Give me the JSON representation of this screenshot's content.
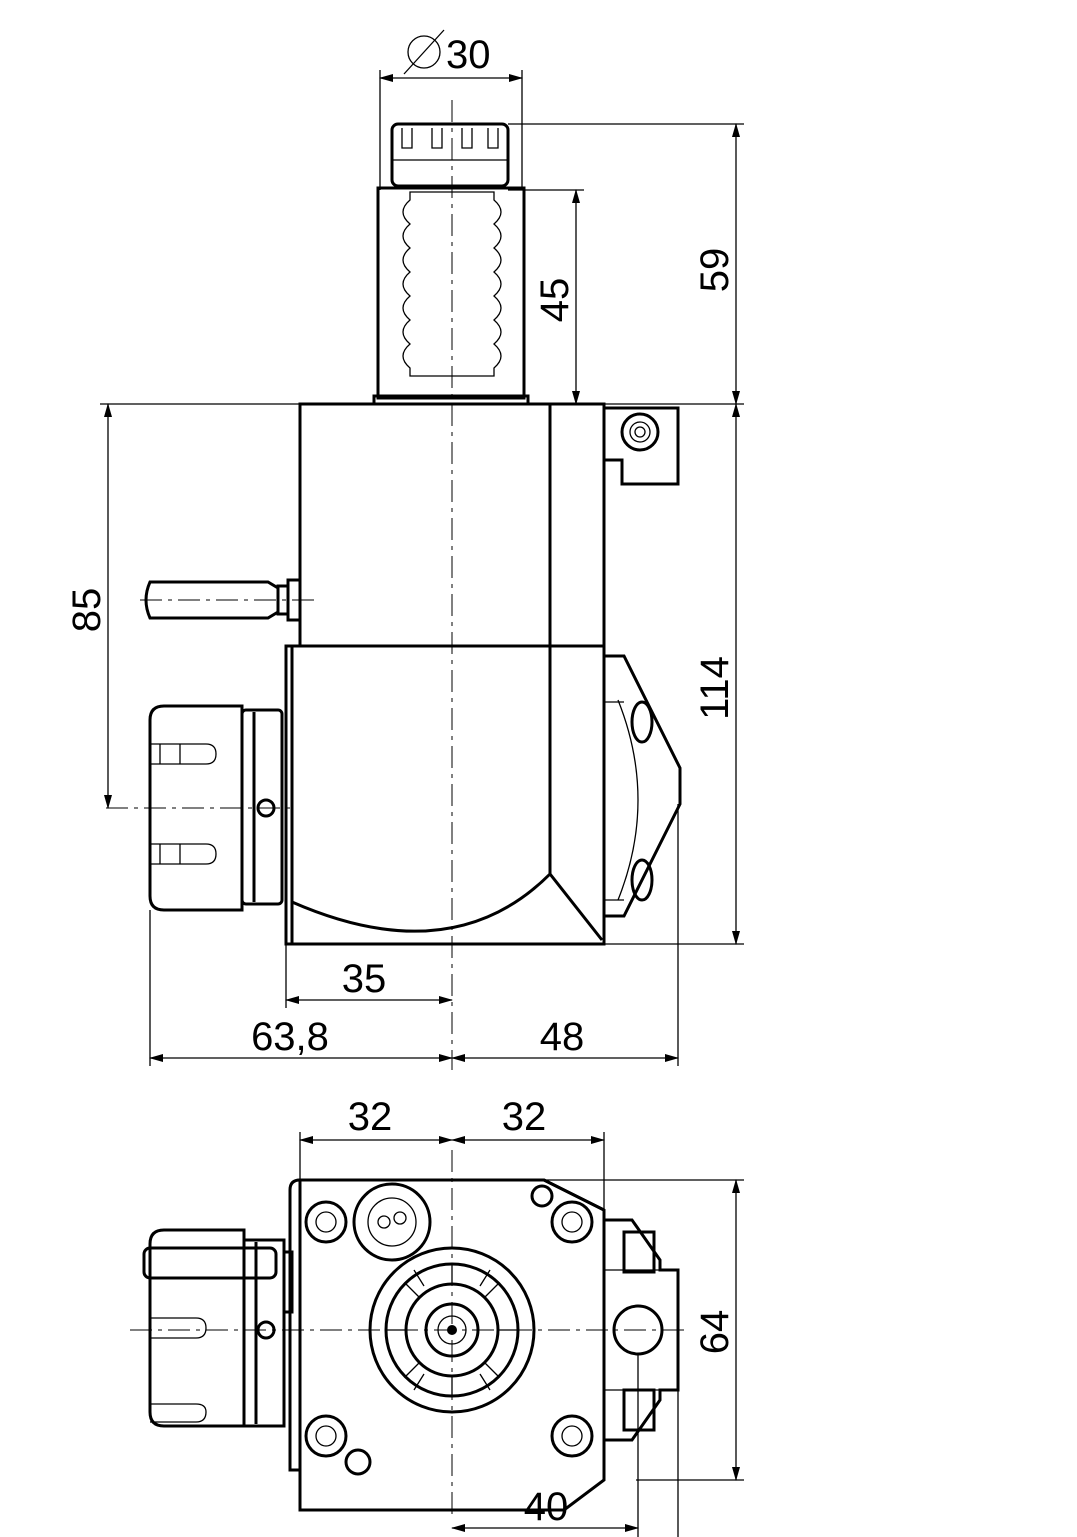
{
  "dimensions": {
    "shank_diameter": "30",
    "diameter_symbol": "⌀",
    "total_height_top": "59",
    "shank_height": "45",
    "body_height": "114",
    "collet_axis_height": "85",
    "collet_offset": "35",
    "left_extent": "63,8",
    "right_extent": "48",
    "top_left_half": "32",
    "top_right_half": "32",
    "bottom_width": "40",
    "side_width": "64"
  }
}
